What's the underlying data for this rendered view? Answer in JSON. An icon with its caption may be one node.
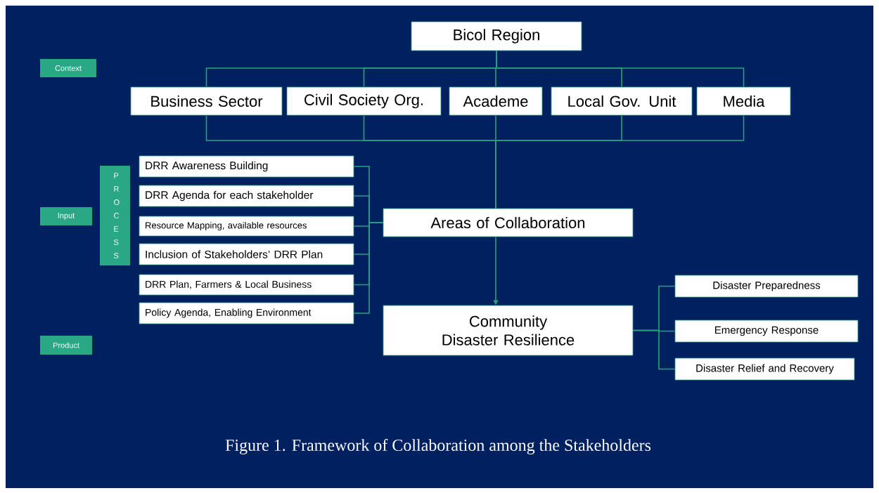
{
  "diagram": {
    "caption": "Figure 1. Framework of Collaboration among the Stakeholders",
    "nodes": [
      {
        "text": [
          "Context"
        ]
      },
      {
        "text": [
          "Input"
        ]
      },
      {
        "text": [
          "Product"
        ]
      },
      {
        "text": [
          "PROCESS"
        ]
      },
      {
        "text": [
          "Bicol Region"
        ]
      },
      {
        "text": [
          "Business Sector"
        ]
      },
      {
        "text": [
          "Civil Society Org."
        ]
      },
      {
        "text": [
          "Academe"
        ]
      },
      {
        "text": [
          "Local Gov. Unit"
        ]
      },
      {
        "text": [
          "Media"
        ]
      },
      {
        "text": [
          "DRR Awareness Building"
        ]
      },
      {
        "text": [
          "DRR Agenda for each stakeholder"
        ]
      },
      {
        "text": [
          "Resource Mapping, available resources"
        ]
      },
      {
        "text": [
          "Inclusion of Stakeholders’ DRR Plan"
        ]
      },
      {
        "text": [
          "DRR Plan, Farmers & Local Business"
        ]
      },
      {
        "text": [
          "Policy Agenda, Enabling Environment"
        ]
      },
      {
        "text": [
          "Areas of Collaboration"
        ]
      },
      {
        "text": [
          "Community Disaster Resilience"
        ]
      },
      {
        "text": [
          "Disaster Preparedness"
        ]
      },
      {
        "text": [
          "Emergency Response"
        ]
      },
      {
        "text": [
          "Disaster Relief and Recovery"
        ]
      }
    ],
    "edges": [
      {
        "from": 4,
        "to": 5,
        "arrow": "none"
      },
      {
        "from": 4,
        "to": 6,
        "arrow": "none"
      },
      {
        "from": 4,
        "to": 7,
        "arrow": "none"
      },
      {
        "from": 4,
        "to": 8,
        "arrow": "none"
      },
      {
        "from": 4,
        "to": 9,
        "arrow": "none"
      },
      {
        "from": 5,
        "to": 16,
        "arrow": "none"
      },
      {
        "from": 6,
        "to": 16,
        "arrow": "none"
      },
      {
        "from": 7,
        "to": 16,
        "arrow": "none"
      },
      {
        "from": 8,
        "to": 16,
        "arrow": "none"
      },
      {
        "from": 9,
        "to": 16,
        "arrow": "none"
      },
      {
        "from": 10,
        "to": 16,
        "arrow": "none"
      },
      {
        "from": 11,
        "to": 16,
        "arrow": "none"
      },
      {
        "from": 12,
        "to": 16,
        "arrow": "none"
      },
      {
        "from": 13,
        "to": 16,
        "arrow": "none"
      },
      {
        "from": 14,
        "to": 16,
        "arrow": "none"
      },
      {
        "from": 15,
        "to": 16,
        "arrow": "none"
      },
      {
        "from": 16,
        "to": 17,
        "arrow": "to"
      },
      {
        "from": 17,
        "to": 18,
        "arrow": "none"
      },
      {
        "from": 17,
        "to": 19,
        "arrow": "none"
      },
      {
        "from": 17,
        "to": 20,
        "arrow": "none"
      }
    ]
  }
}
